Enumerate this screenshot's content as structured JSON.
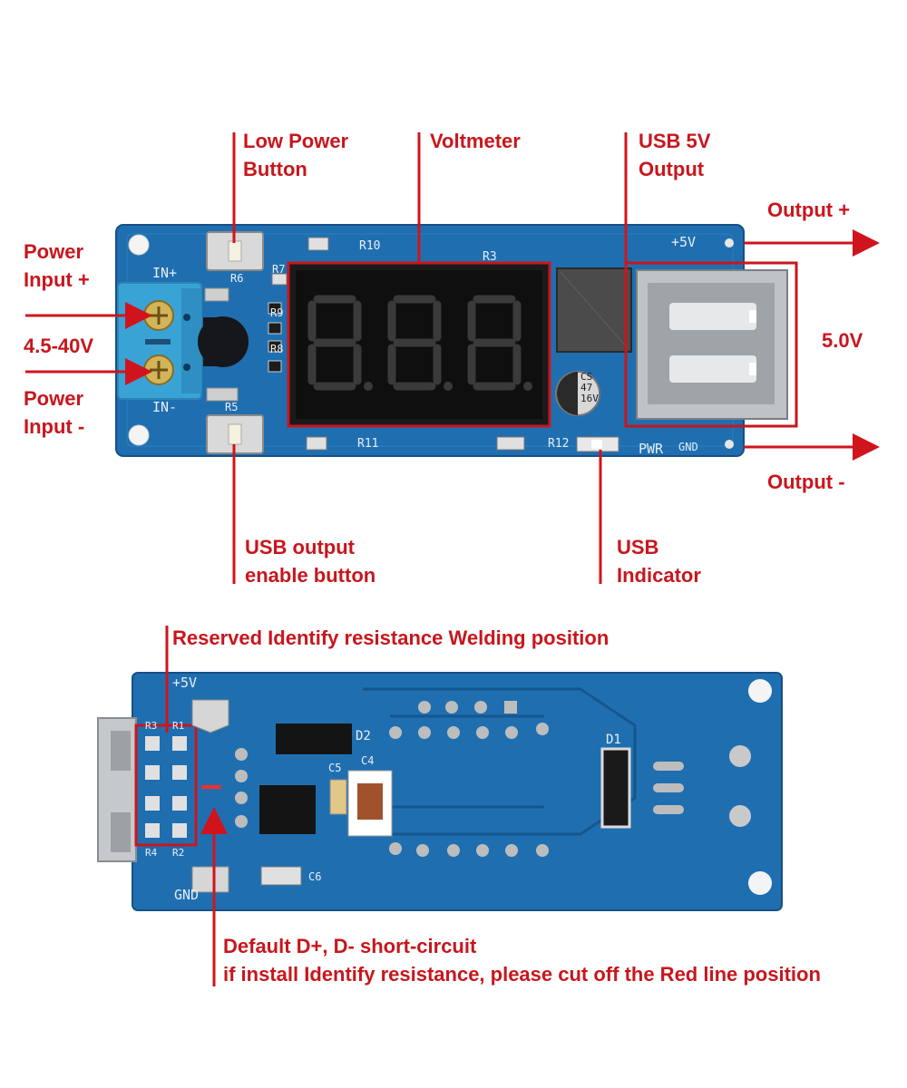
{
  "top_board": {
    "callouts": {
      "low_power_button": [
        "Low Power",
        "Button"
      ],
      "voltmeter": [
        "Voltmeter"
      ],
      "usb_5v_output": [
        "USB 5V",
        "Output"
      ],
      "output_plus": [
        "Output +"
      ],
      "five_volt": [
        "5.0V"
      ],
      "output_minus": [
        "Output -"
      ],
      "power_input_plus": [
        "Power",
        "Input +"
      ],
      "input_range": [
        "4.5-40V"
      ],
      "power_input_minus": [
        "Power",
        "Input -"
      ],
      "usb_output_enable_button": [
        "USB output",
        "enable button"
      ],
      "usb_indicator": [
        "USB",
        "Indicator"
      ]
    },
    "silkscreen": {
      "in_plus": "IN+",
      "in_minus": "IN-",
      "r5": "R5",
      "r6": "R6",
      "r7": "R7",
      "r8": "R8",
      "r9": "R9",
      "r10": "R10",
      "r11": "R11",
      "r12": "R12",
      "r3": "R3",
      "plus5v": "+5V",
      "pwr": "PWR",
      "gnd": "GND",
      "cap_lines": [
        "CS",
        "47",
        "16V"
      ]
    }
  },
  "bottom_board": {
    "callouts": {
      "reserved_resistance": [
        "Reserved Identify resistance Welding position"
      ],
      "default_short": [
        "Default D+, D- short-circuit",
        "if install Identify resistance, please cut off the Red line position"
      ]
    },
    "silkscreen": {
      "plus5v": "+5V",
      "gnd": "GND",
      "r1": "R1",
      "r2": "R2",
      "r3": "R3",
      "r4": "R4",
      "c4": "C4",
      "c5": "C5",
      "c6": "C6",
      "d1": "D1",
      "d2": "D2"
    }
  },
  "colors": {
    "callout_red": "#c8161d",
    "pcb_blue": "#1f6fb0",
    "pcb_dark": "#1a4f86"
  }
}
